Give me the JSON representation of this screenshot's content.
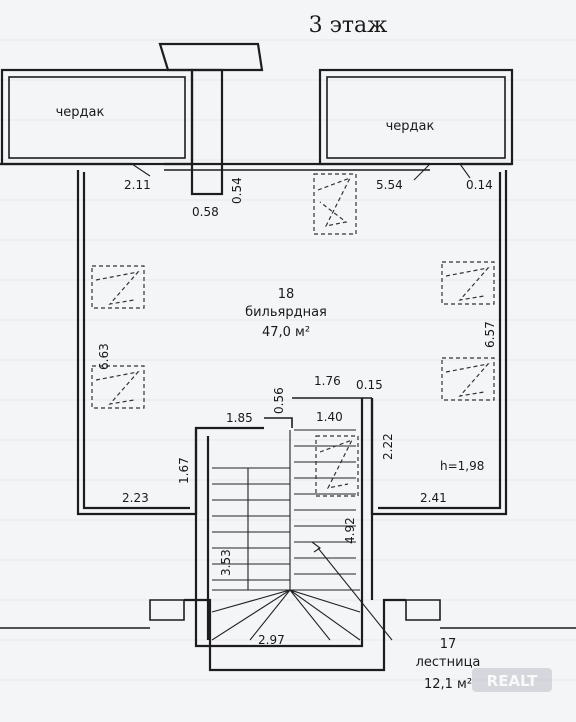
{
  "title": "3 этаж",
  "rooms": {
    "attic_left": "чердак",
    "attic_right": "чердак",
    "billiard": {
      "number": "18",
      "name": "бильярдная",
      "area": "47,0 м²"
    },
    "stairs": {
      "number": "17",
      "name": "лестница",
      "area": "12,1 м²"
    }
  },
  "dimensions": {
    "d_2_11": "2.11",
    "d_0_58": "0.58",
    "d_0_54": "0.54",
    "d_5_54": "5.54",
    "d_0_14": "0.14",
    "d_6_63": "6.63",
    "d_6_57": "6.57",
    "d_1_76": "1.76",
    "d_0_15": "0.15",
    "d_0_56": "0.56",
    "d_1_85": "1.85",
    "d_1_40": "1.40",
    "d_2_22": "2.22",
    "d_1_67": "1.67",
    "d_2_23": "2.23",
    "d_2_41": "2.41",
    "d_3_53": "3.53",
    "d_4_92": "4.92",
    "d_2_97": "2.97"
  },
  "height": "h=1,98",
  "watermark": "REALT"
}
